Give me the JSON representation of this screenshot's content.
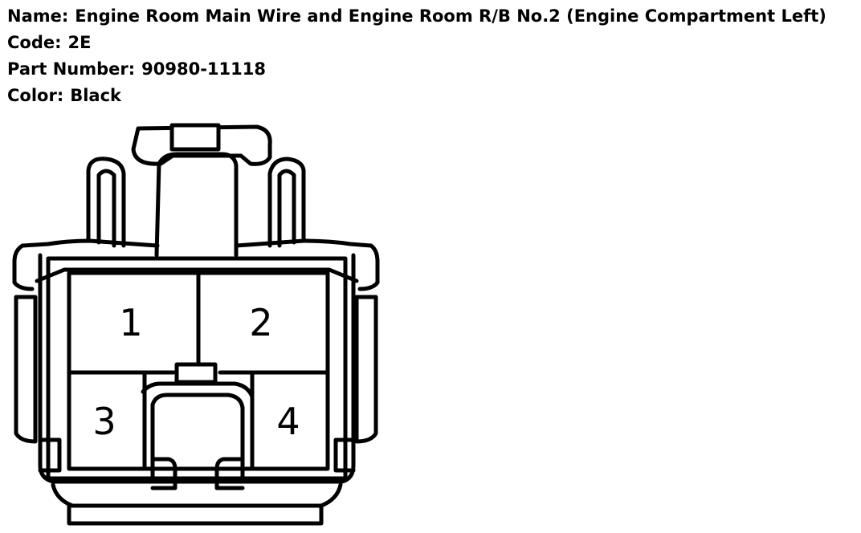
{
  "info": {
    "name_label": "Name:",
    "name_value": "Engine Room Main Wire and Engine Room R/B No.2 (Engine Compartment Left)",
    "code_label": "Code:",
    "code_value": "2E",
    "part_label": "Part Number:",
    "part_value": "90980-11118",
    "color_label": "Color:",
    "color_value": "Black"
  },
  "connector": {
    "terminals": [
      "1",
      "2",
      "3",
      "4"
    ]
  }
}
